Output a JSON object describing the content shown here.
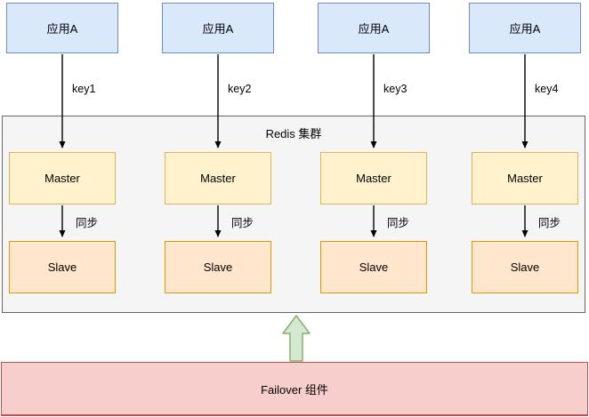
{
  "cluster": {
    "label": "Redis 集群"
  },
  "failover": {
    "label": "Failover 组件"
  },
  "columns": [
    {
      "app": "应用A",
      "key": "key1",
      "master": "Master",
      "sync": "同步",
      "slave": "Slave"
    },
    {
      "app": "应用A",
      "key": "key2",
      "master": "Master",
      "sync": "同步",
      "slave": "Slave"
    },
    {
      "app": "应用A",
      "key": "key3",
      "master": "Master",
      "sync": "同步",
      "slave": "Slave"
    },
    {
      "app": "应用A",
      "key": "key4",
      "master": "Master",
      "sync": "同步",
      "slave": "Slave"
    }
  ],
  "colors": {
    "app_fill": "#dae8fc",
    "app_border": "#6c8ebf",
    "master_fill": "#fff2cc",
    "master_border": "#d6b656",
    "slave_fill": "#ffe6cc",
    "slave_border": "#d79b00",
    "cluster_fill": "#f5f5f5",
    "cluster_border": "#666666",
    "failover_fill": "#f8cecc",
    "failover_border": "#b85450",
    "up_arrow_fill": "#d5e8d4",
    "up_arrow_border": "#82b366",
    "connector": "#000000"
  }
}
